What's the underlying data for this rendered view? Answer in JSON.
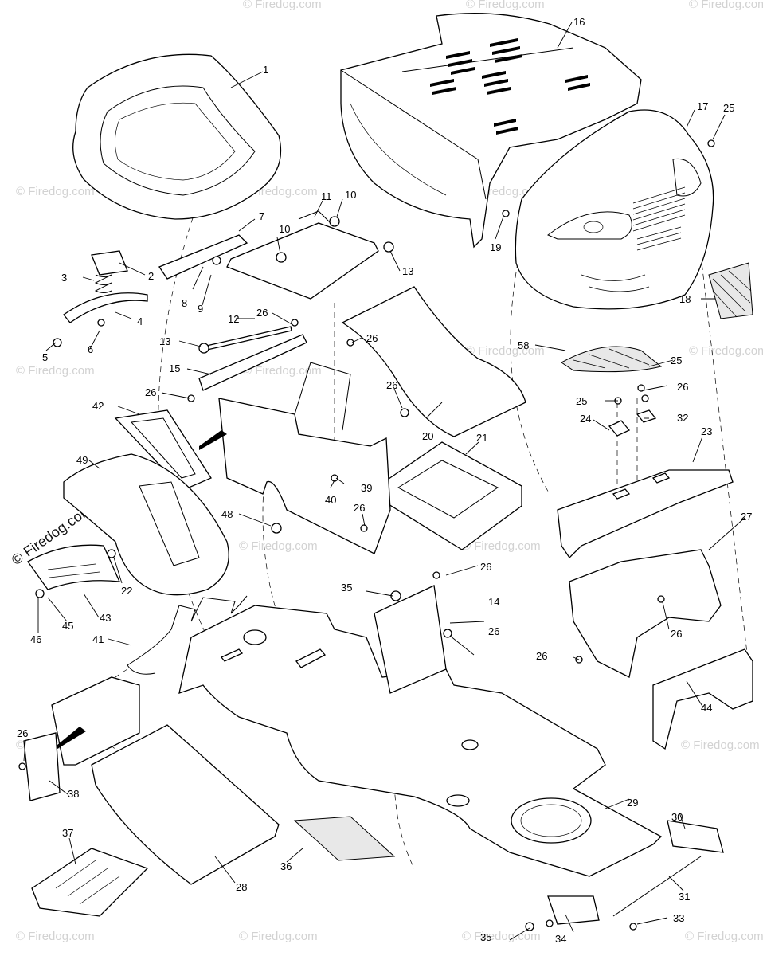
{
  "watermark": {
    "text": "© Firedog.com",
    "rotated_text": "© Firedog.com"
  },
  "callouts": [
    {
      "id": "c1",
      "label": "1"
    },
    {
      "id": "c2",
      "label": "2"
    },
    {
      "id": "c3",
      "label": "3"
    },
    {
      "id": "c4",
      "label": "4"
    },
    {
      "id": "c5",
      "label": "5"
    },
    {
      "id": "c6",
      "label": "6"
    },
    {
      "id": "c7",
      "label": "7"
    },
    {
      "id": "c8",
      "label": "8"
    },
    {
      "id": "c9",
      "label": "9"
    },
    {
      "id": "c10a",
      "label": "10"
    },
    {
      "id": "c10b",
      "label": "10"
    },
    {
      "id": "c11",
      "label": "11"
    },
    {
      "id": "c12",
      "label": "12"
    },
    {
      "id": "c13a",
      "label": "13"
    },
    {
      "id": "c13b",
      "label": "13"
    },
    {
      "id": "c14",
      "label": "14"
    },
    {
      "id": "c15",
      "label": "15"
    },
    {
      "id": "c16",
      "label": "16"
    },
    {
      "id": "c17",
      "label": "17"
    },
    {
      "id": "c18",
      "label": "18"
    },
    {
      "id": "c19",
      "label": "19"
    },
    {
      "id": "c20",
      "label": "20"
    },
    {
      "id": "c21",
      "label": "21"
    },
    {
      "id": "c22",
      "label": "22"
    },
    {
      "id": "c23",
      "label": "23"
    },
    {
      "id": "c24",
      "label": "24"
    },
    {
      "id": "c25a",
      "label": "25"
    },
    {
      "id": "c25b",
      "label": "25"
    },
    {
      "id": "c25c",
      "label": "25"
    },
    {
      "id": "c26a",
      "label": "26"
    },
    {
      "id": "c26b",
      "label": "26"
    },
    {
      "id": "c26c",
      "label": "26"
    },
    {
      "id": "c26d",
      "label": "26"
    },
    {
      "id": "c26e",
      "label": "26"
    },
    {
      "id": "c26f",
      "label": "26"
    },
    {
      "id": "c26g",
      "label": "26"
    },
    {
      "id": "c26h",
      "label": "26"
    },
    {
      "id": "c26i",
      "label": "26"
    },
    {
      "id": "c26j",
      "label": "26"
    },
    {
      "id": "c26k",
      "label": "26"
    },
    {
      "id": "c27",
      "label": "27"
    },
    {
      "id": "c28",
      "label": "28"
    },
    {
      "id": "c29",
      "label": "29"
    },
    {
      "id": "c30",
      "label": "30"
    },
    {
      "id": "c31",
      "label": "31"
    },
    {
      "id": "c32",
      "label": "32"
    },
    {
      "id": "c33",
      "label": "33"
    },
    {
      "id": "c34",
      "label": "34"
    },
    {
      "id": "c35a",
      "label": "35"
    },
    {
      "id": "c35b",
      "label": "35"
    },
    {
      "id": "c36",
      "label": "36"
    },
    {
      "id": "c37",
      "label": "37"
    },
    {
      "id": "c38",
      "label": "38"
    },
    {
      "id": "c39",
      "label": "39"
    },
    {
      "id": "c40",
      "label": "40"
    },
    {
      "id": "c41",
      "label": "41"
    },
    {
      "id": "c42",
      "label": "42"
    },
    {
      "id": "c43",
      "label": "43"
    },
    {
      "id": "c44",
      "label": "44"
    },
    {
      "id": "c45",
      "label": "45"
    },
    {
      "id": "c46",
      "label": "46"
    },
    {
      "id": "c48",
      "label": "48"
    },
    {
      "id": "c49",
      "label": "49"
    },
    {
      "id": "c58",
      "label": "58"
    }
  ]
}
